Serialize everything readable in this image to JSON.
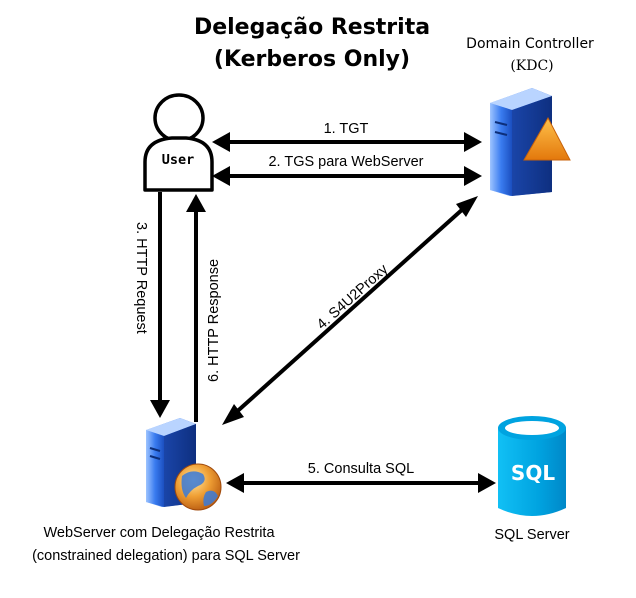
{
  "title": {
    "line1": "Delegação Restrita",
    "line2": "(Kerberos Only)"
  },
  "nodes": {
    "user": {
      "label": "User"
    },
    "domain_controller": {
      "label": "Domain Controller",
      "sublabel": "(KDC)"
    },
    "webserver": {
      "label_line1": "WebServer com Delegação Restrita",
      "label_line2": "(constrained delegation) para SQL Server"
    },
    "sql_server": {
      "label": "SQL Server",
      "icon_text": "SQL"
    }
  },
  "edges": {
    "tgt": "1. TGT",
    "tgs": "2. TGS para WebServer",
    "http_request": "3. HTTP Request",
    "s4u2proxy": "4. S4U2Proxy",
    "sql_query": "5. Consulta SQL",
    "http_response": "6. HTTP Response"
  },
  "colors": {
    "server_blue": "#2f6fe0",
    "kdc_orange": "#f39a1e",
    "sql_cyan": "#00aee8",
    "arrow": "#000000"
  },
  "icons": {
    "user": "user-icon",
    "domain_controller": "server-warning-icon",
    "webserver": "server-globe-icon",
    "sql_server": "database-icon"
  }
}
